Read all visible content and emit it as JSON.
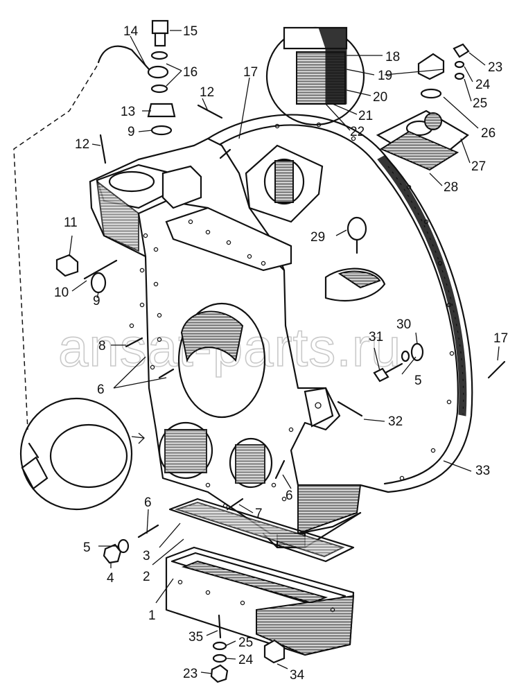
{
  "watermark": "ansat-parts.ru",
  "callouts": {
    "c1": "1",
    "c2": "2",
    "c3": "3",
    "c4": "4",
    "c5a": "5",
    "c5b": "5",
    "c6a": "6",
    "c6b": "6",
    "c6c": "6",
    "c7": "7",
    "c8": "8",
    "c9a": "9",
    "c9b": "9",
    "c10": "10",
    "c11": "11",
    "c12a": "12",
    "c12b": "12",
    "c13": "13",
    "c14": "14",
    "c15": "15",
    "c16": "16",
    "c17a": "17",
    "c17b": "17",
    "c18": "18",
    "c19": "19",
    "c20": "20",
    "c21": "21",
    "c22": "22",
    "c23a": "23",
    "c23b": "23",
    "c24a": "24",
    "c24b": "24",
    "c25a": "25",
    "c25b": "25",
    "c26": "26",
    "c27": "27",
    "c28": "28",
    "c29": "29",
    "c30": "30",
    "c31": "31",
    "c32": "32",
    "c33": "33",
    "c34": "34",
    "c35": "35"
  }
}
